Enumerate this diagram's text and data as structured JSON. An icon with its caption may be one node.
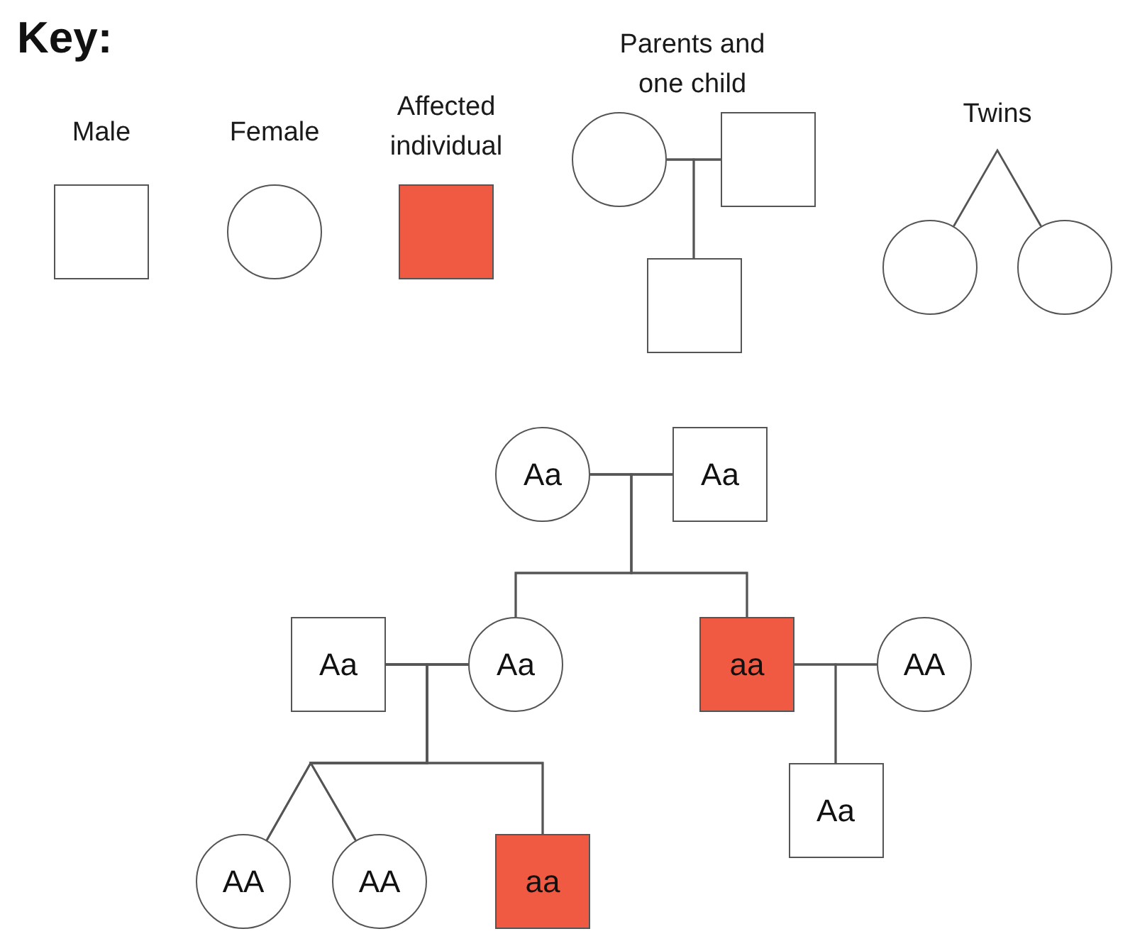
{
  "diagram": {
    "title": "Key:",
    "nodes": [
      {
        "text": [
          "Male"
        ]
      },
      {
        "text": [
          "Female"
        ]
      },
      {
        "text": [
          "Affected individual"
        ]
      },
      {
        "text": [],
        "shape": "circle"
      },
      {
        "text": [],
        "shape": "box"
      },
      {
        "text": [],
        "shape": "box"
      },
      {
        "text": [],
        "shape": "circle"
      },
      {
        "text": [],
        "shape": "circle"
      },
      {
        "text": [
          "Aa"
        ]
      },
      {
        "text": [
          "Aa"
        ]
      },
      {
        "text": [
          "Aa"
        ]
      },
      {
        "text": [
          "Aa"
        ]
      },
      {
        "text": [
          "aa"
        ]
      },
      {
        "text": [
          "AA"
        ]
      },
      {
        "text": [
          "AA"
        ]
      },
      {
        "text": [
          "AA"
        ]
      },
      {
        "text": [
          "aa"
        ]
      },
      {
        "text": [
          "Aa"
        ]
      }
    ],
    "edges": [
      {
        "from": 3,
        "to": 4,
        "arrow": "none"
      },
      {
        "from": 3,
        "to": 5,
        "arrow": "none"
      },
      {
        "from": 4,
        "to": 5,
        "arrow": "none"
      },
      {
        "from": 6,
        "to": 7,
        "arrow": "none"
      },
      {
        "from": 8,
        "to": 9,
        "arrow": "none"
      },
      {
        "from": 8,
        "to": 11,
        "arrow": "none"
      },
      {
        "from": 9,
        "to": 11,
        "arrow": "none"
      },
      {
        "from": 8,
        "to": 12,
        "arrow": "none"
      },
      {
        "from": 9,
        "to": 12,
        "arrow": "none"
      },
      {
        "from": 10,
        "to": 11,
        "arrow": "none"
      },
      {
        "from": 10,
        "to": 14,
        "arrow": "none"
      },
      {
        "from": 11,
        "to": 14,
        "arrow": "none"
      },
      {
        "from": 10,
        "to": 15,
        "arrow": "none"
      },
      {
        "from": 11,
        "to": 15,
        "arrow": "none"
      },
      {
        "from": 10,
        "to": 16,
        "arrow": "none"
      },
      {
        "from": 11,
        "to": 16,
        "arrow": "none"
      },
      {
        "from": 12,
        "to": 13,
        "arrow": "none"
      },
      {
        "from": 12,
        "to": 17,
        "arrow": "none"
      },
      {
        "from": 13,
        "to": 17,
        "arrow": "none"
      }
    ],
    "labels": [
      "Parents and one child",
      "Twins"
    ]
  }
}
